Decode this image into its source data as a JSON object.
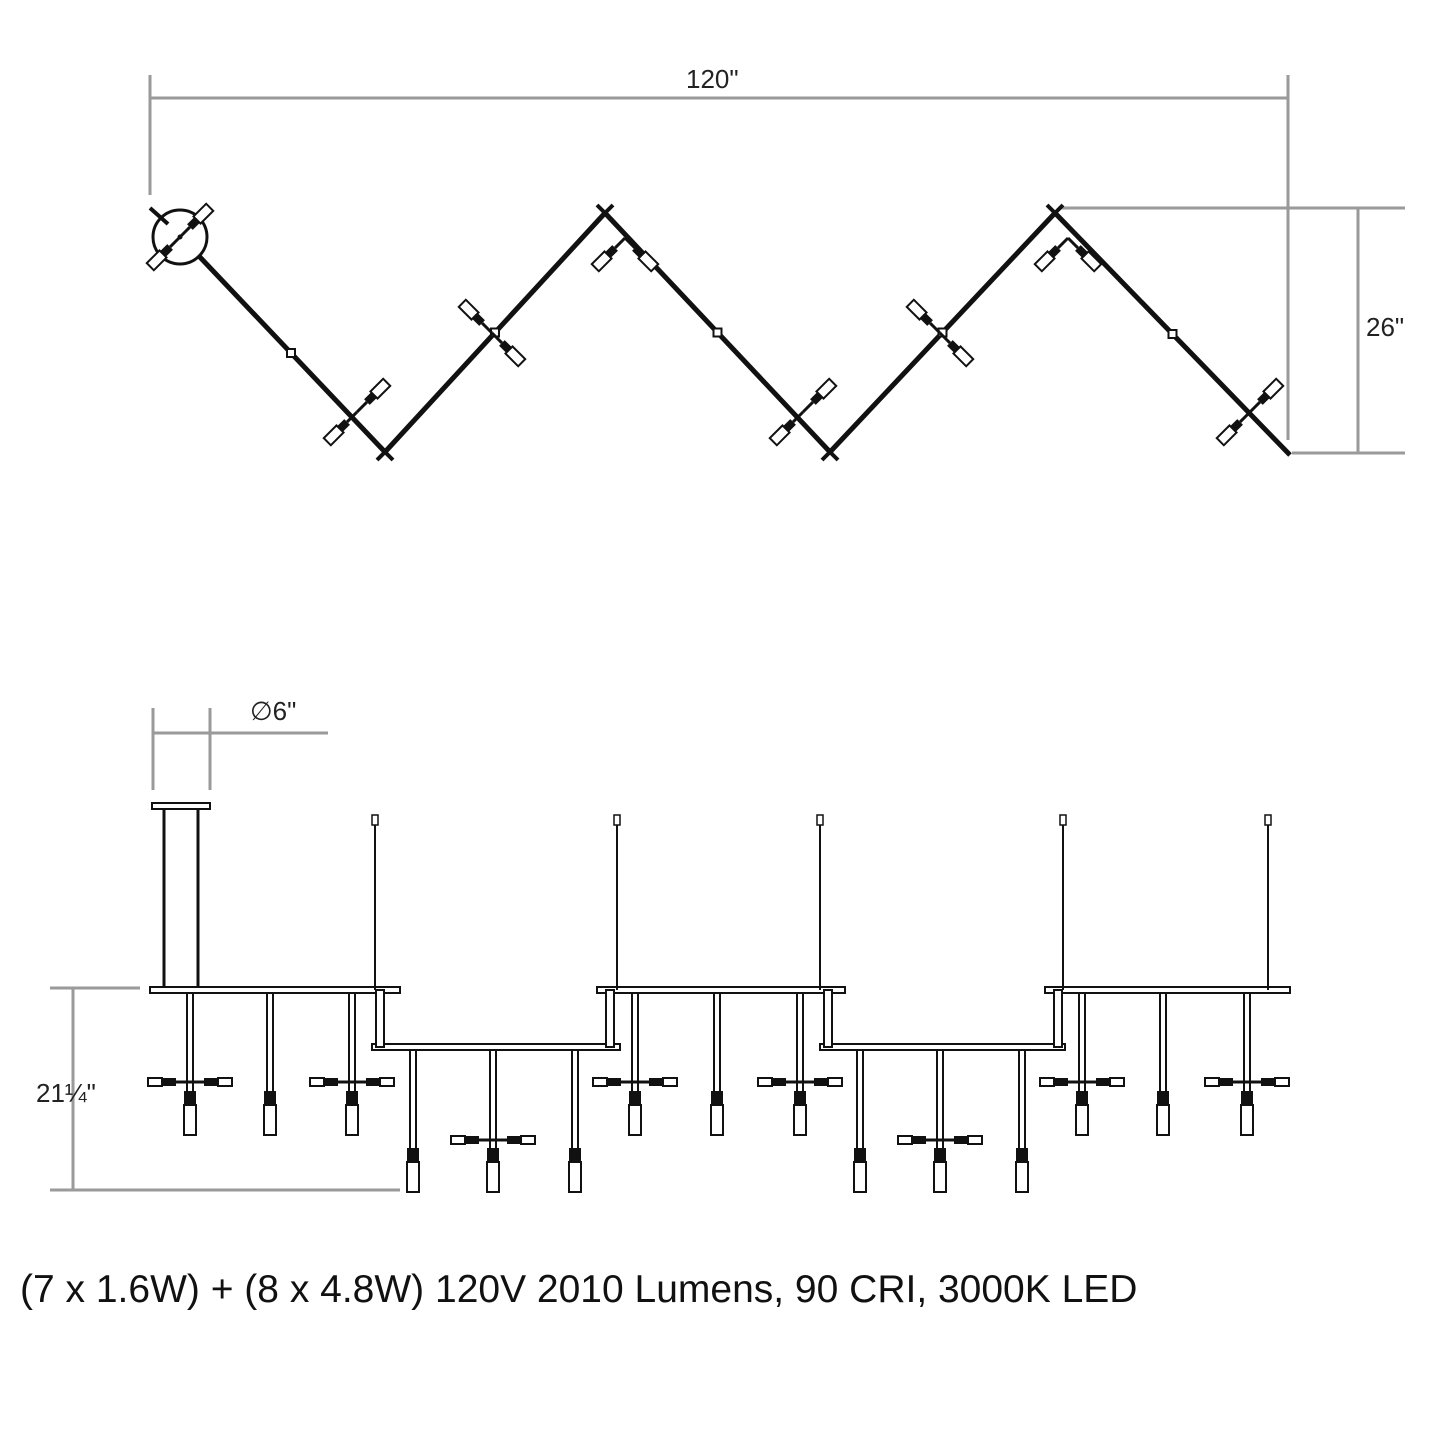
{
  "dimensions": {
    "width": "120\"",
    "depth": "26\"",
    "canopy_diameter_symbol": "∅",
    "canopy_diameter": "6\"",
    "height": "21¼\""
  },
  "spec": "(7 x 1.6W) + (8 x 4.8W) 120V 2010 Lumens, 90 CRI, 3000K LED",
  "colors": {
    "line": "#111111",
    "dimension": "#9a9a9a"
  }
}
